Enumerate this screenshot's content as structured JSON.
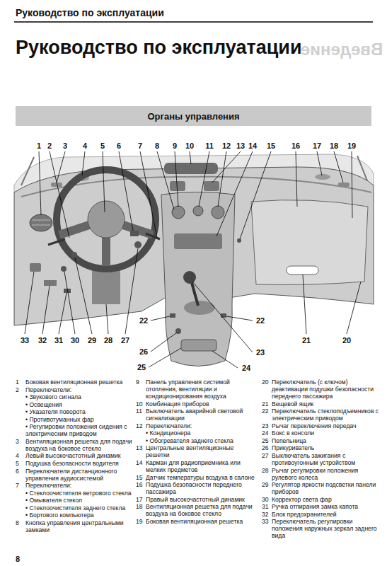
{
  "diagram": {
    "title": "Руководство по эксплуатации",
    "nodes": [
      {
        "text": [
          "Органы управления"
        ]
      }
    ],
    "labels": [
      "Руководство по эксплуатации",
      "Введение",
      "1",
      "2",
      "3",
      "4",
      "5",
      "6",
      "7",
      "8",
      "9",
      "10",
      "11",
      "12",
      "13",
      "14",
      "15",
      "16",
      "17",
      "18",
      "19",
      "33",
      "32",
      "31",
      "30",
      "29",
      "28",
      "27",
      "22",
      "26",
      "25",
      "22",
      "23",
      "24",
      "21",
      "20",
      "1",
      "Боковая вентиляционная решетка",
      "2",
      "Переключатели:",
      "• Звукового сигнала",
      "• Освещения",
      "• Указателя поворота",
      "• Противотуманных фар",
      "• Регулировки положения сидения с электрическим приводом",
      "3",
      "Вентиляционная решетка для подачи воздуха на боковое стекло",
      "4",
      "Левый высокочастотный динамик",
      "5",
      "Подушка безопасности водителя",
      "6",
      "Переключатели дистанционного управления аудиосистемой",
      "7",
      "Переключатели:",
      "• Стеклоочистителя ветрового стекла",
      "• Омывателя стекол",
      "• Стеклоочистителя заднего стекла",
      "• Бортового компьютера",
      "8",
      "Кнопка управления центральными замками",
      "9",
      "Панель управления системой отопления, вентиляции и кондиционирования воздуха",
      "10",
      "Комбинация приборов",
      "11",
      "Выключатель аварийной световой сигнализации",
      "12",
      "Переключатели:",
      "• Кондиционера",
      "• Обогревателя заднего стекла",
      "13",
      "Центральные вентиляционные решетки",
      "14",
      "Карман для радиоприемника или мелких предметов",
      "15",
      "Датчик температуры воздуха в салоне",
      "16",
      "Подушка безопасности переднего пассажира",
      "17",
      "Правый высокочастотный динамик",
      "18",
      "Вентиляционная решетка для подачи воздуха на боковое стекло",
      "19",
      "Боковая вентиляционная решетка",
      "20",
      "Переключатель (с ключом) деактивации подушки безопасности переднего пассажира",
      "21",
      "Вещевой ящик",
      "22",
      "Переключатель стеклоподъемников с электрическим приводом",
      "23",
      "Рычаг переключения передач",
      "24",
      "Бокс в консоли",
      "25",
      "Пепельница",
      "26",
      "Прикуриватель",
      "27",
      "Выключатель зажигания с противоугонным устройством",
      "28",
      "Рычаг регулировки положения рулевого колеса",
      "29",
      "Регулятор яркости подсветки панели приборов",
      "30",
      "Корректор света фар",
      "31",
      "Ручка отпирания замка капота",
      "32",
      "Блок предохранителей",
      "33",
      "Переключатель регулировки положения наружных зеркал заднего вида",
      "8"
    ]
  }
}
